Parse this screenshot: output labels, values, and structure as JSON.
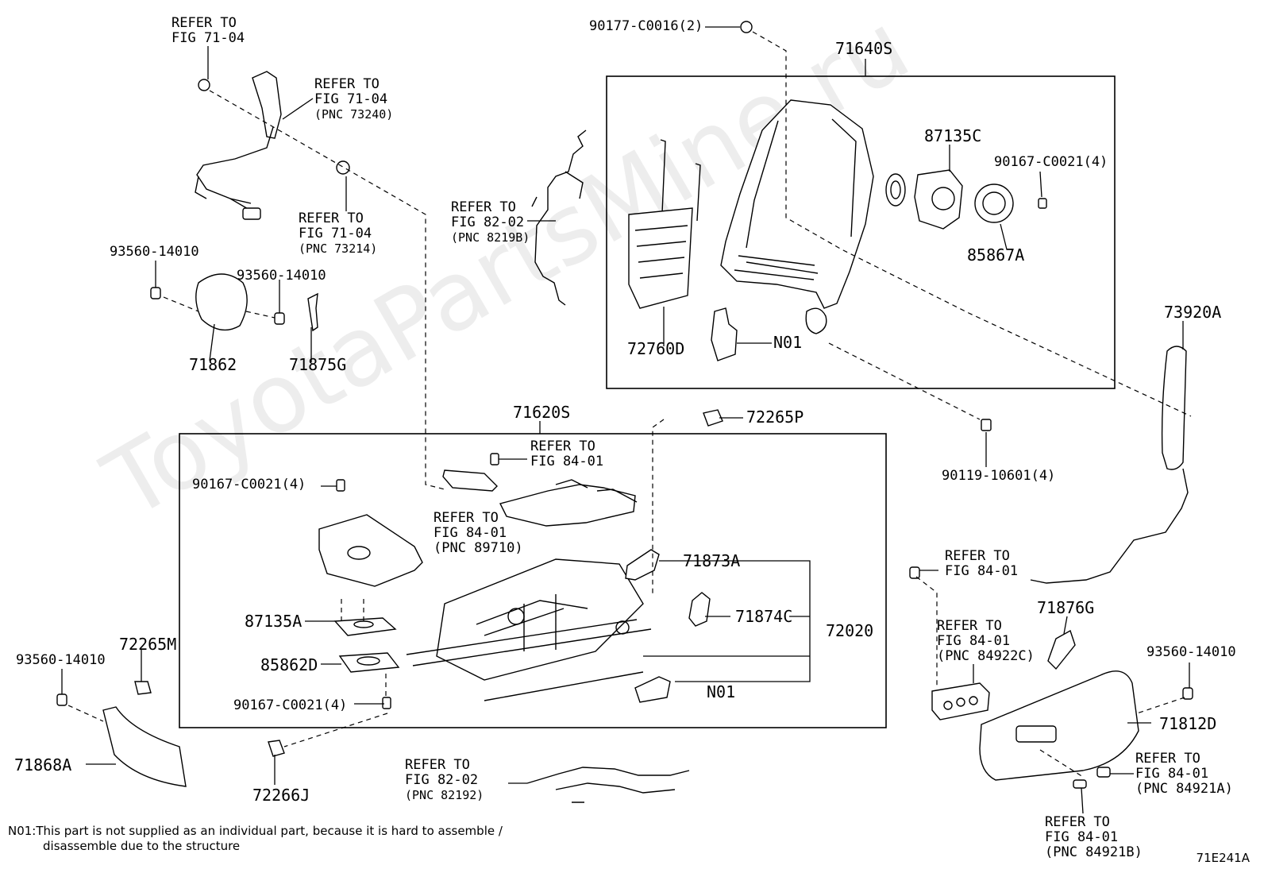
{
  "watermark": "ToyotaPartsMine.ru",
  "diagram_code": "71E241A",
  "footnote": {
    "line1": "N01:This part is not supplied as an individual part, because it is hard to assemble /",
    "line2": "disassemble due to the structure"
  },
  "labels": {
    "ref_7104_top": [
      "REFER TO",
      "FIG 71-04"
    ],
    "ref_7104_pnc73240": [
      "REFER TO",
      "FIG 71-04",
      "(PNC 73240)"
    ],
    "ref_7104_pnc73214": [
      "REFER TO",
      "FIG 71-04",
      "(PNC 73214)"
    ],
    "ref_8202_pnc8219b": [
      "REFER TO",
      "FIG 82-02",
      "(PNC 8219B)"
    ],
    "ref_8401_screw": [
      "REFER TO",
      "FIG 84-01"
    ],
    "ref_8401_pnc89710": [
      "REFER TO",
      "FIG 84-01",
      "(PNC 89710)"
    ],
    "ref_8401_right": [
      "REFER TO",
      "FIG 84-01"
    ],
    "ref_8401_pnc84922c": [
      "REFER TO",
      "FIG 84-01",
      "(PNC 84922C)"
    ],
    "ref_8401_pnc84921a": [
      "REFER TO",
      "FIG 84-01",
      "(PNC 84921A)"
    ],
    "ref_8401_pnc84921b": [
      "REFER TO",
      "FIG 84-01",
      "(PNC 84921B)"
    ],
    "ref_8202_pnc82192": [
      "REFER TO",
      "FIG 82-02",
      "(PNC 82192)"
    ],
    "p90177": "90177-C0016(2)",
    "p71640s": "71640S",
    "p87135c": "87135C",
    "p90167_top": "90167-C0021(4)",
    "p85867a": "85867A",
    "p72760d": "72760D",
    "pN01_top": "N01",
    "p93560_a": "93560-14010",
    "p93560_b": "93560-14010",
    "p71862": "71862",
    "p71875g": "71875G",
    "p73920a": "73920A",
    "p90119": "90119-10601(4)",
    "p71620s": "71620S",
    "p72265p": "72265P",
    "p90167_left": "90167-C0021(4)",
    "p71873a": "71873A",
    "p71874c": "71874C",
    "p72020": "72020",
    "p87135a": "87135A",
    "p85862d": "85862D",
    "p90167_bottom": "90167-C0021(4)",
    "pN01_bottom": "N01",
    "p72265m": "72265M",
    "p93560_c": "93560-14010",
    "p71868a": "71868A",
    "p72266j": "72266J",
    "p71876g": "71876G",
    "p93560_d": "93560-14010",
    "p71812d": "71812D"
  }
}
